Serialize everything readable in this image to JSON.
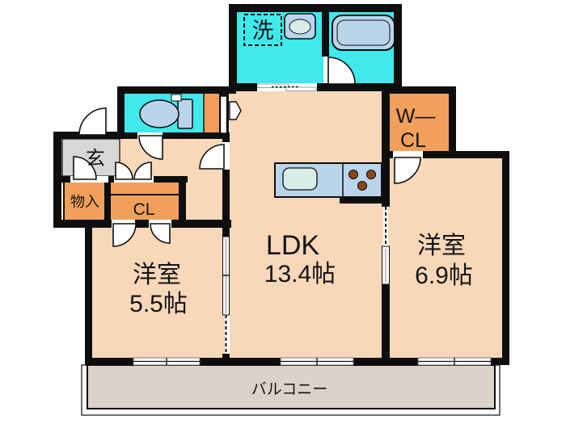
{
  "floorplan": {
    "rooms": {
      "laundry_symbol": "洗",
      "genkan": "玄",
      "storage": "物入",
      "closet": "CL",
      "wcl_line1": "W―",
      "wcl_line2": "CL",
      "ldk_name": "LDK",
      "ldk_size": "13.4帖",
      "bedroom_left_name": "洋室",
      "bedroom_left_size": "5.5帖",
      "bedroom_right_name": "洋室",
      "bedroom_right_size": "6.9帖",
      "balcony": "バルコニー"
    },
    "palette": {
      "wall": "#0e0e0e",
      "room": "#f8d8b9",
      "wet_area": "#40e9eb",
      "closet_orange": "#f0a05a",
      "genkan_gray": "#d7d7d7",
      "balcony_gray": "#dbd2c9",
      "fixture_blue": "#bad4ec",
      "fixture_inner": "#d8efe9",
      "burner_brown": "#8a4616"
    }
  }
}
